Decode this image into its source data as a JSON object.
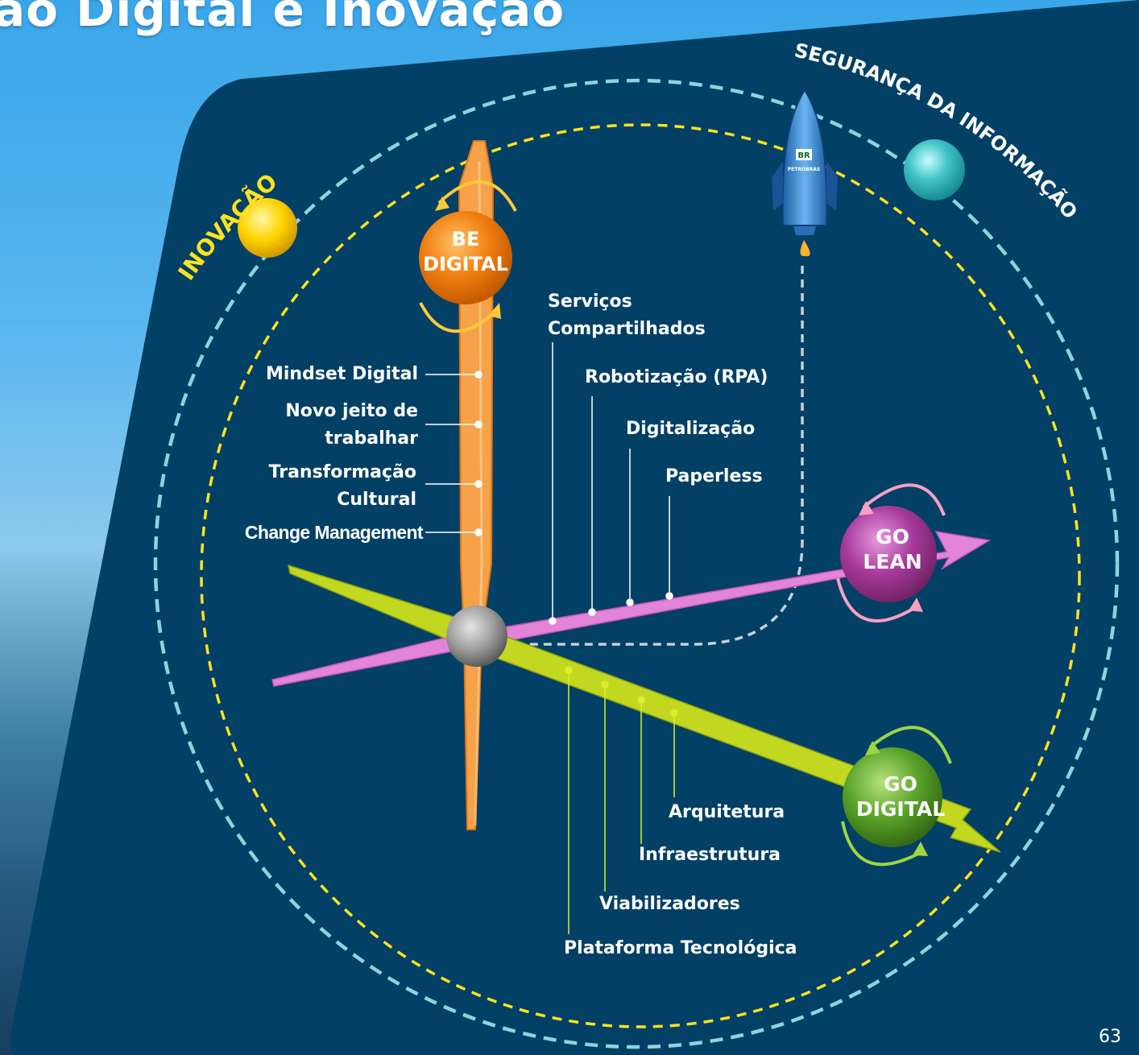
{
  "header": {
    "title": "ão Digital e Inovação"
  },
  "orbits": {
    "inner_label": "INOVAÇÃO",
    "outer_label": "SEGURANÇA DA INFORMAÇÃO"
  },
  "hubs": {
    "be_digital": {
      "line1": "BE",
      "line2": "DIGITAL"
    },
    "go_lean": {
      "line1": "GO",
      "line2": "LEAN"
    },
    "go_digital": {
      "line1": "GO",
      "line2": "DIGITAL"
    }
  },
  "be_digital_items": [
    "Mindset Digital",
    "Novo jeito de trabalhar",
    "Transformação Cultural",
    "Change Management"
  ],
  "be_digital_items_lines": {
    "item2_a": "Novo jeito de",
    "item2_b": "trabalhar",
    "item3_a": "Transformação",
    "item3_b": "Cultural"
  },
  "go_lean_items": {
    "servicos_a": "Serviços",
    "servicos_b": "Compartilhados",
    "robotizacao": "Robotização (RPA)",
    "digitalizacao": "Digitalização",
    "paperless": "Paperless"
  },
  "go_digital_items": {
    "arquitetura": "Arquitetura",
    "infraestrutura": "Infraestrutura",
    "viabilizadores": "Viabilizadores",
    "plataforma": "Plataforma Tecnológica"
  },
  "rocket": {
    "badge": "BR",
    "brand": "PETROBRAS"
  },
  "footer": {
    "page_number": "63"
  },
  "colors": {
    "panel": "#034066",
    "be_digital": "#f28a1a",
    "go_lean": "#b53fa6",
    "go_digital": "#5aa32a",
    "inner_orbit": "#ffe21f",
    "outer_orbit": "#8ed4dc"
  }
}
